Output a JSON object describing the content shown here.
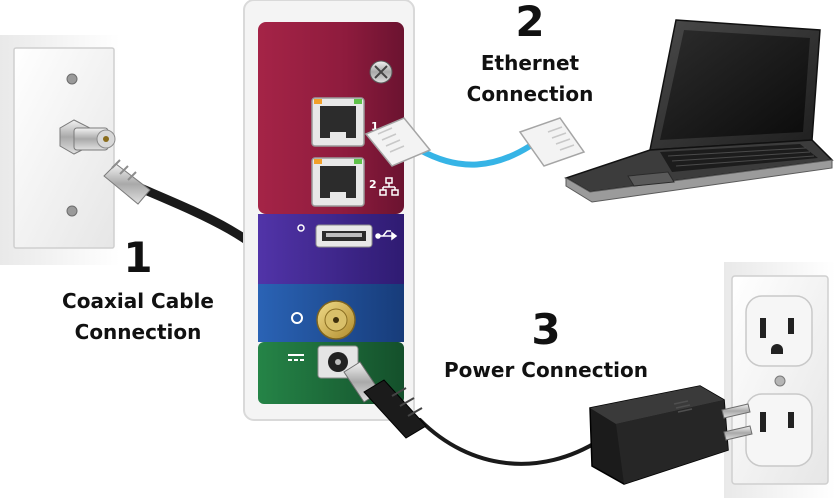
{
  "steps": [
    {
      "number": "1",
      "line1": "Coaxial Cable",
      "line2": "Connection"
    },
    {
      "number": "2",
      "line1": "Ethernet",
      "line2": "Connection"
    },
    {
      "number": "3",
      "line1": "Power Connection",
      "line2": ""
    }
  ],
  "port_labels": {
    "eth1": "1",
    "eth2": "2"
  },
  "colors": {
    "modem_red": "#8e1b3d",
    "modem_purple": "#3f2590",
    "modem_blue": "#1f4f9a",
    "modem_green": "#1d6a3a",
    "ethernet_cable": "#36b4e6",
    "coax_cable": "#1a1a1a",
    "power_adapter": "#1b1b1b",
    "text": "#111111"
  }
}
